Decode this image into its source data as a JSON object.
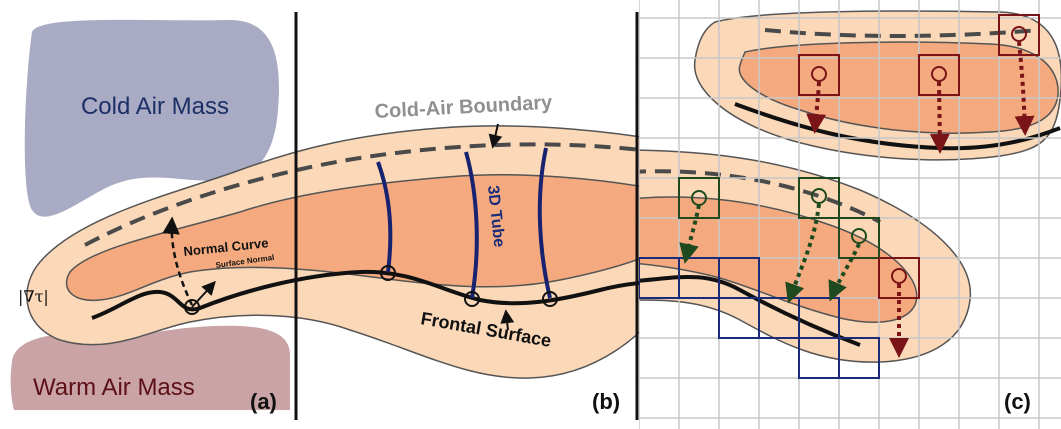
{
  "labels": {
    "cold_air_mass": "Cold Air Mass",
    "warm_air_mass": "Warm Air Mass",
    "cold_air_boundary": "Cold-Air Boundary",
    "normal_curve": "Normal Curve",
    "surface_normal": "Surface Normal",
    "gradient_magnitude": "|∇τ|",
    "tube_3d": "3D Tube",
    "frontal_surface": "Frontal Surface"
  },
  "panels": {
    "a": "(a)",
    "b": "(b)",
    "c": "(c)"
  },
  "colors": {
    "cold_air": "#a9abc4",
    "warm_air": "#c9a3a6",
    "outer_band": "#fbd8b8",
    "inner_band": "#f4aa7e",
    "band_stroke": "#555555",
    "boundary": "#4a4a4a",
    "tube": "#17236e",
    "cold_text": "#1c2f66",
    "warm_text": "#5c1016",
    "boundary_text": "#909090",
    "green_box": "#1f4a1f",
    "blue_box": "#1a2b7a",
    "red_box": "#7a1418",
    "grid": "#c8c8c8"
  }
}
